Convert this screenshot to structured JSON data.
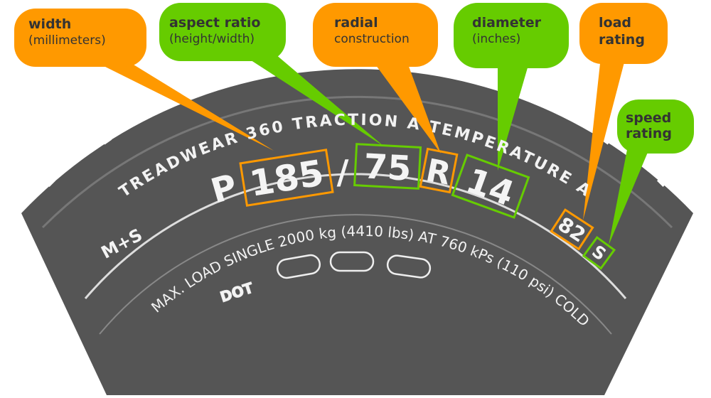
{
  "tire": {
    "upper_line": "TREADWEAR 360    TRACTION A    TEMPERATURE A",
    "lower_line": "MAX. LOAD SINGLE 2000 kg (4410 lbs) AT 760 kPs (110 psi) COLD",
    "ms": "M+S",
    "dot": "DOT",
    "code": {
      "prefix": "P",
      "width": "185",
      "slash": "/",
      "aspect": "75",
      "construction": "R",
      "diameter": "14",
      "load": "82",
      "speed": "S"
    }
  },
  "callouts": {
    "width": {
      "title": "width",
      "sub": "(millimeters)"
    },
    "aspect": {
      "title": "aspect ratio",
      "sub": "(height/width)"
    },
    "radial": {
      "title": "radial",
      "sub": "construction"
    },
    "diameter": {
      "title": "diameter",
      "sub": "(inches)"
    },
    "load": {
      "title": "load",
      "sub": "rating"
    },
    "speed": {
      "title": "speed",
      "sub": "rating"
    }
  },
  "colors": {
    "orange": "#ff9900",
    "green": "#66cc00",
    "tire": "#555555"
  }
}
